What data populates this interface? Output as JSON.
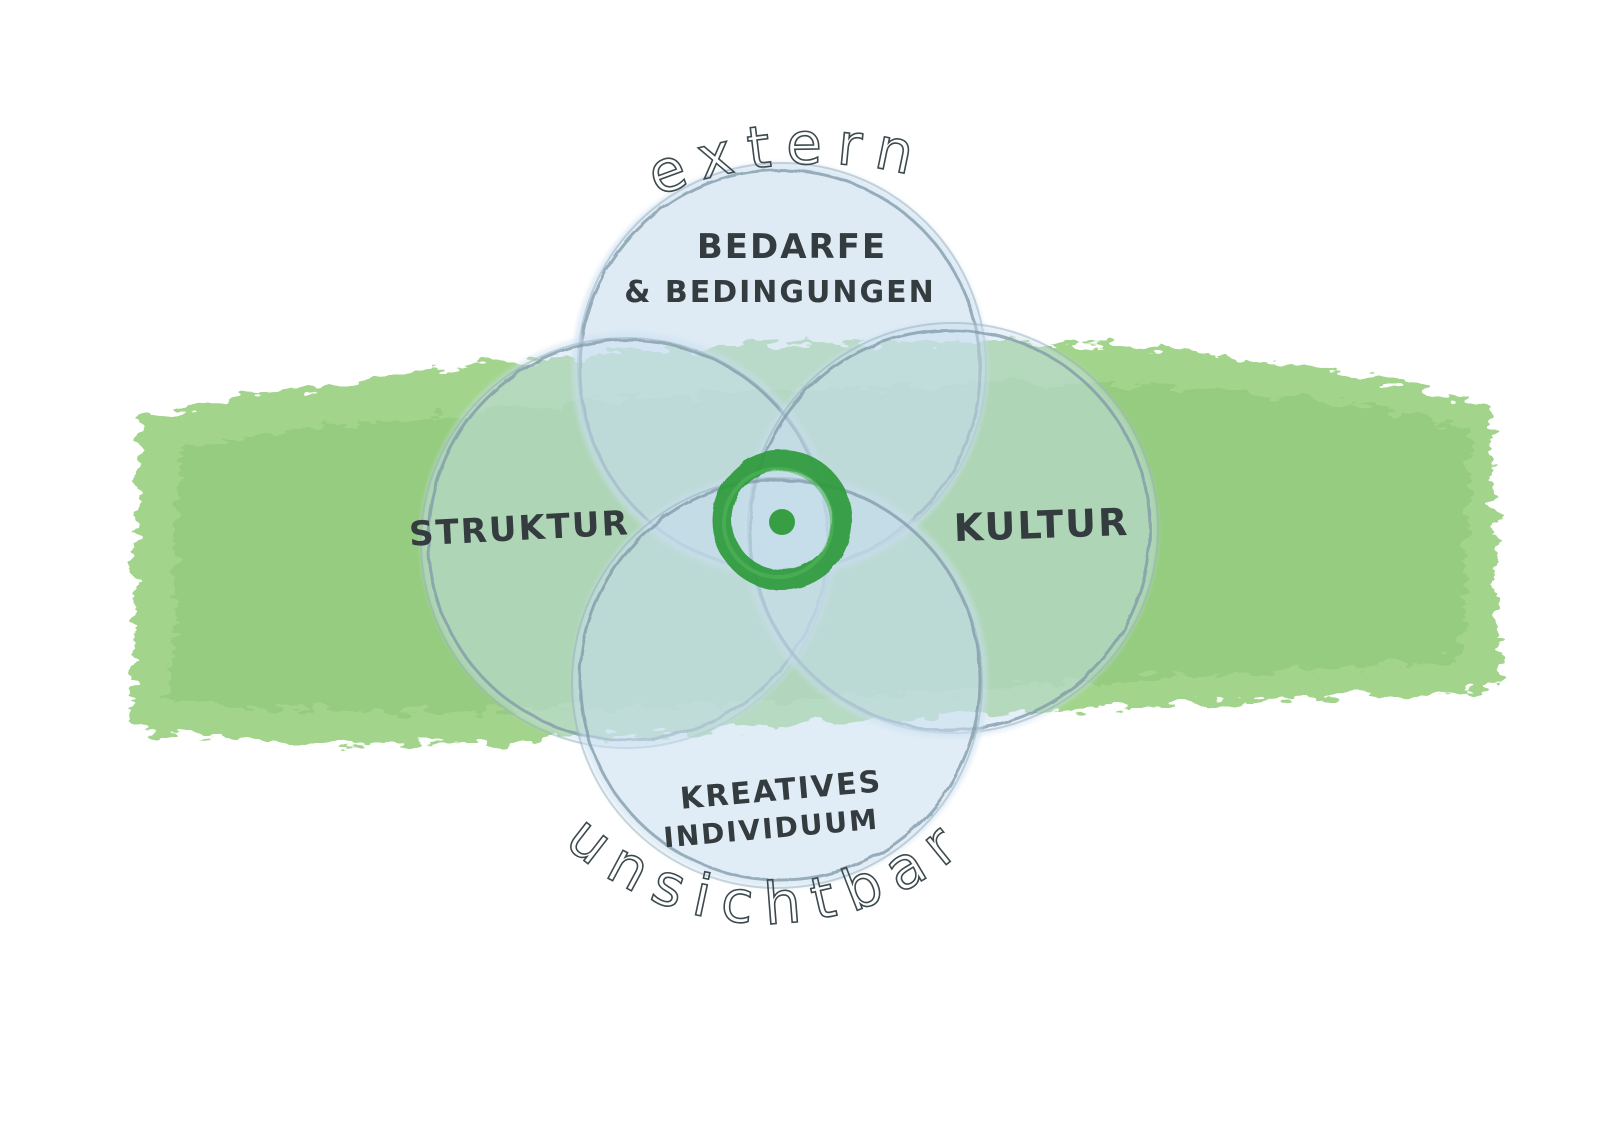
{
  "diagram": {
    "outer_top_label": "extern",
    "outer_bottom_label": "unsichtbar",
    "circles": {
      "top": {
        "line1": "BEDARFE",
        "line2": "& BEDINGUNGEN"
      },
      "left": {
        "label": "STRUKTUR"
      },
      "right": {
        "label": "KULTUR"
      },
      "bottom": {
        "line1": "KREATIVES",
        "line2": "INDIVIDUUM"
      }
    },
    "colors": {
      "band_green": "#8fca74",
      "circle_blue": "#c9dff0",
      "circle_stroke": "#7f98a8",
      "center_green": "#2f9a3a"
    },
    "center_icon": "target-ring-icon"
  }
}
